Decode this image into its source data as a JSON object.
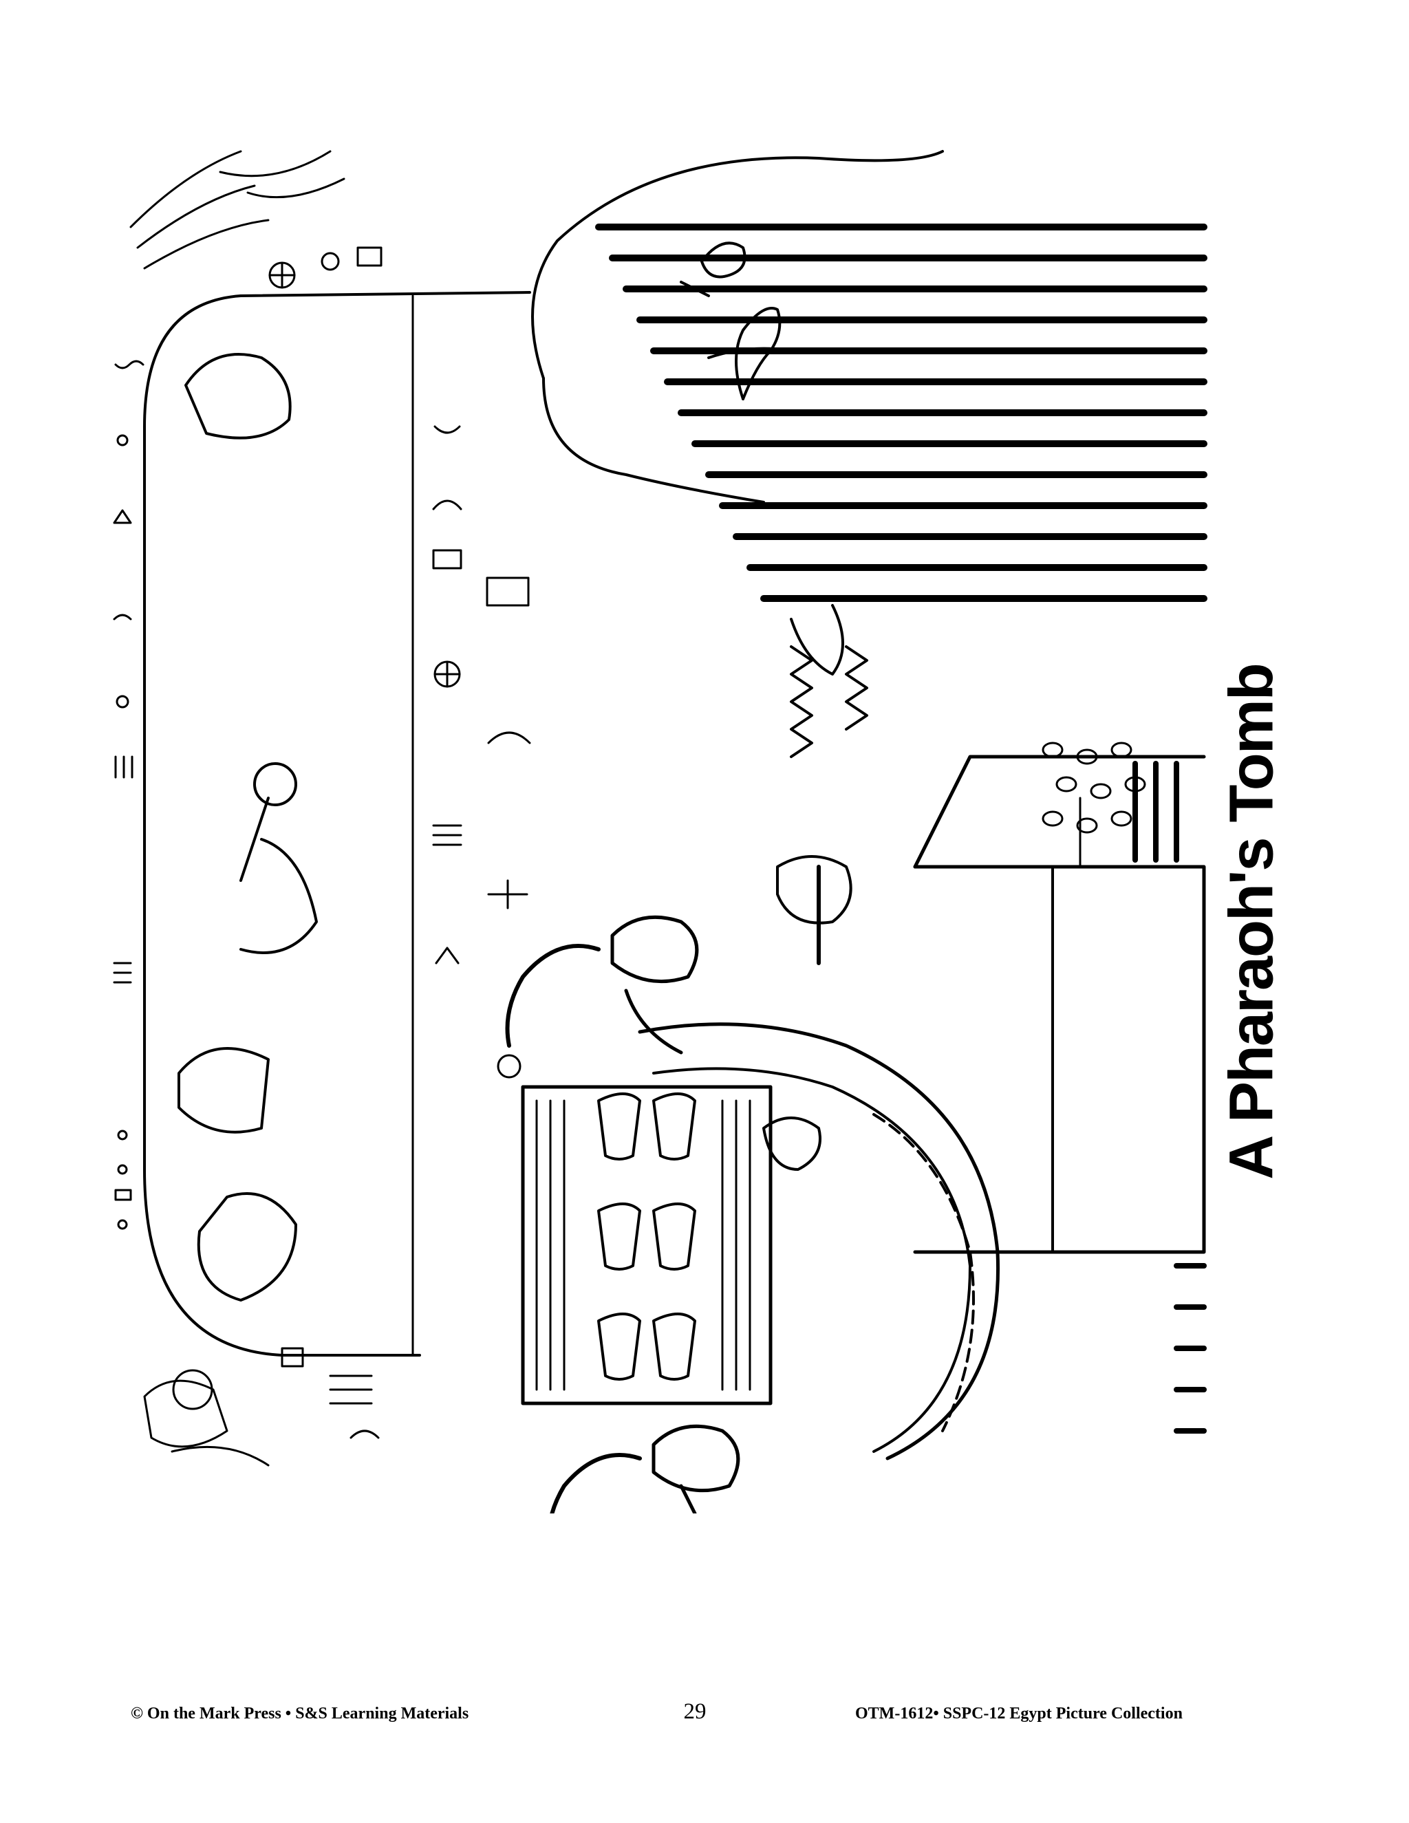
{
  "page": {
    "title": "A Pharaoh's Tomb",
    "page_number": "29"
  },
  "footer": {
    "left": "© On the Mark Press • S&S Learning Materials",
    "center": "29",
    "right": "OTM-1612• SSPC-12 Egypt Picture Collection"
  },
  "illustration": {
    "subject": "pharaoh-tomb-line-art"
  }
}
